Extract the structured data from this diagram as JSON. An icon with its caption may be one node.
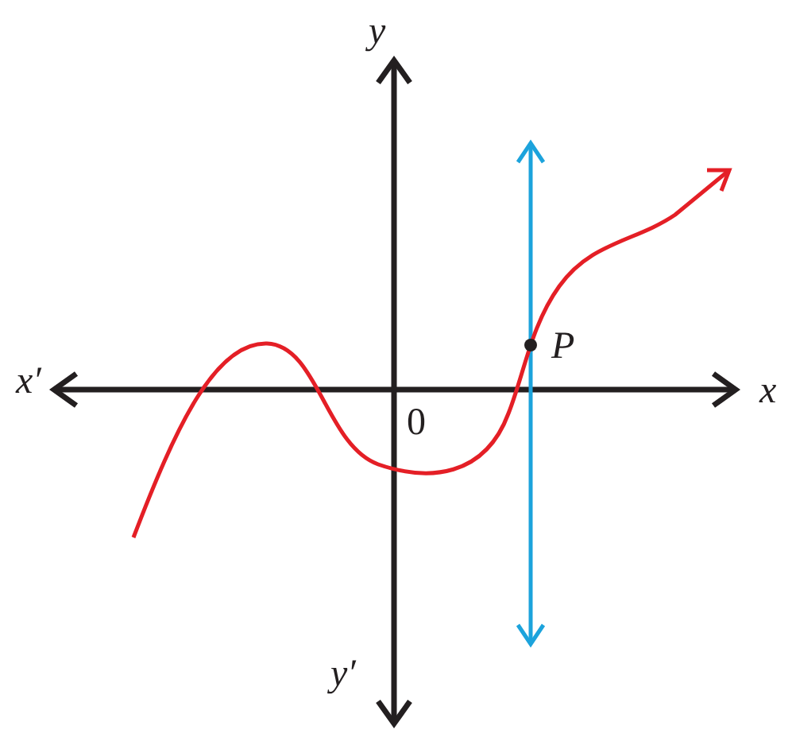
{
  "diagram": {
    "labels": [
      "y",
      "x′",
      "x",
      "0",
      "P",
      "y′"
    ]
  }
}
